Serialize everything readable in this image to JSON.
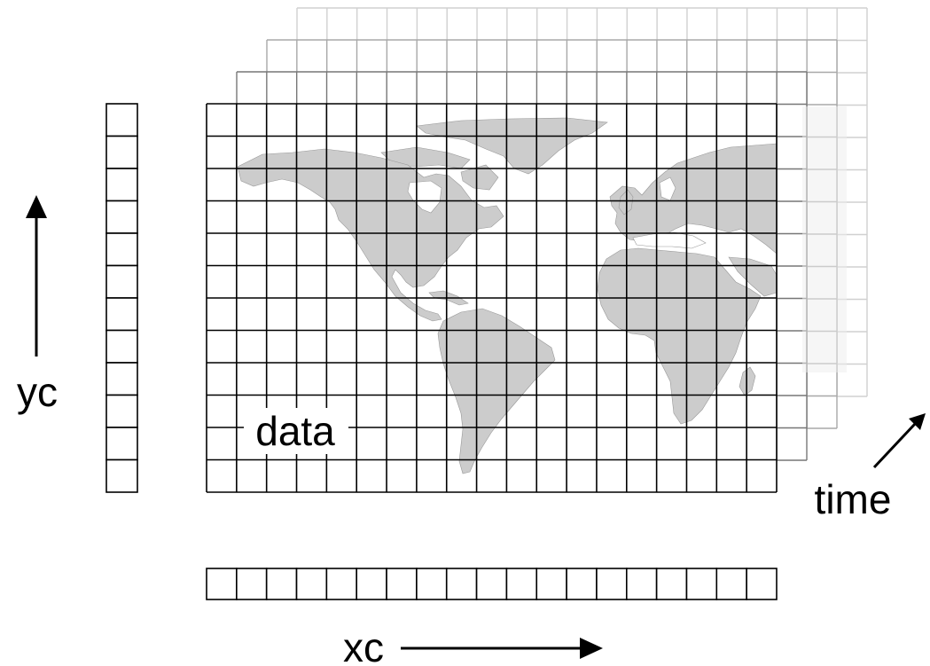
{
  "labels": {
    "yc": "yc",
    "xc": "xc",
    "time": "time",
    "data": "data"
  },
  "grid": {
    "columns": 19,
    "rows": 12,
    "time_layers": 4
  },
  "colors": {
    "grid_line": "#000000",
    "land": "#cccccc",
    "back_layer_1": "#777777",
    "back_layer_2": "#a8a8a8",
    "back_layer_3": "#d0d0d0",
    "background": "#ffffff"
  }
}
